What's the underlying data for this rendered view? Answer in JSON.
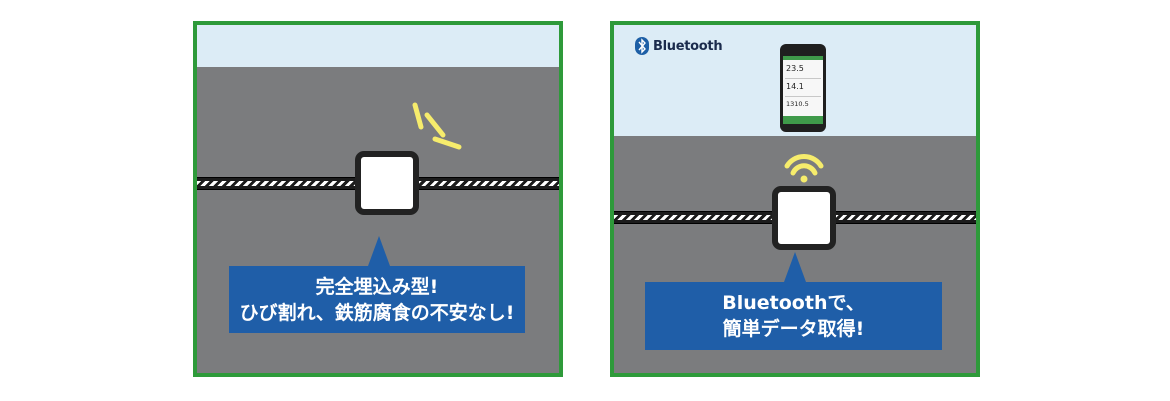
{
  "left_panel": {
    "callout_line1": "完全埋込み型!",
    "callout_line2": "ひび割れ、鉄筋腐食の不安なし!"
  },
  "right_panel": {
    "bluetooth_label": "Bluetooth",
    "phone_readings": [
      "23.5",
      "14.1",
      "1310.5"
    ],
    "callout_line1": "Bluetoothで、",
    "callout_line2": "簡単データ取得!"
  },
  "colors": {
    "frame_green": "#2e9a3a",
    "concrete_gray": "#7b7c7e",
    "sky_blue": "#dcecf6",
    "callout_blue": "#1f5ea8",
    "signal_yellow": "#f6ec6c"
  },
  "icons": [
    "bluetooth-icon",
    "smartphone-icon",
    "wireless-signal-icon",
    "sensor-icon",
    "rebar-icon"
  ]
}
